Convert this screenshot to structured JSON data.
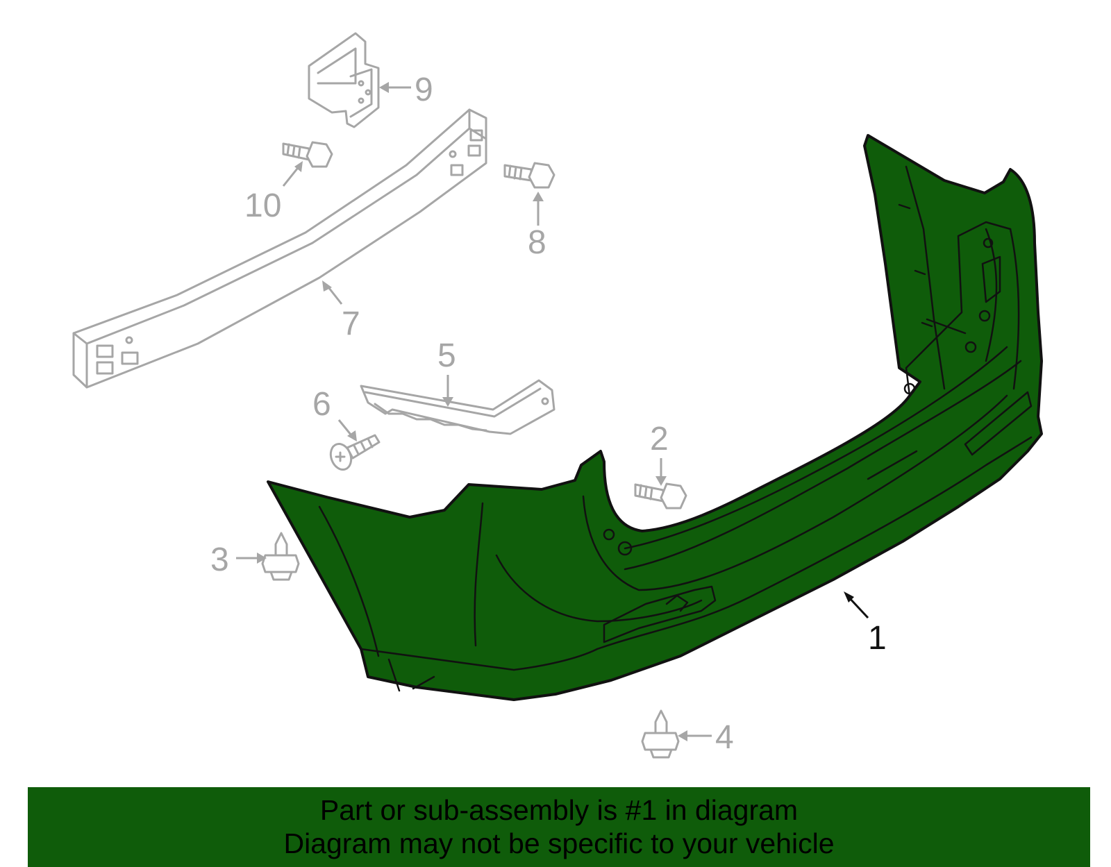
{
  "diagram": {
    "highlight_color": "#0f5c0a",
    "outline_color": "#111111",
    "inactive_color": "#a6a6a6",
    "callouts": [
      {
        "number": "1",
        "highlighted": true
      },
      {
        "number": "2",
        "highlighted": false
      },
      {
        "number": "3",
        "highlighted": false
      },
      {
        "number": "4",
        "highlighted": false
      },
      {
        "number": "5",
        "highlighted": false
      },
      {
        "number": "6",
        "highlighted": false
      },
      {
        "number": "7",
        "highlighted": false
      },
      {
        "number": "8",
        "highlighted": false
      },
      {
        "number": "9",
        "highlighted": false
      },
      {
        "number": "10",
        "highlighted": false
      }
    ]
  },
  "banner": {
    "line1": "Part or sub-assembly is #1 in diagram",
    "line2": "Diagram may not be specific to your vehicle",
    "background": "#0f5c0a"
  }
}
